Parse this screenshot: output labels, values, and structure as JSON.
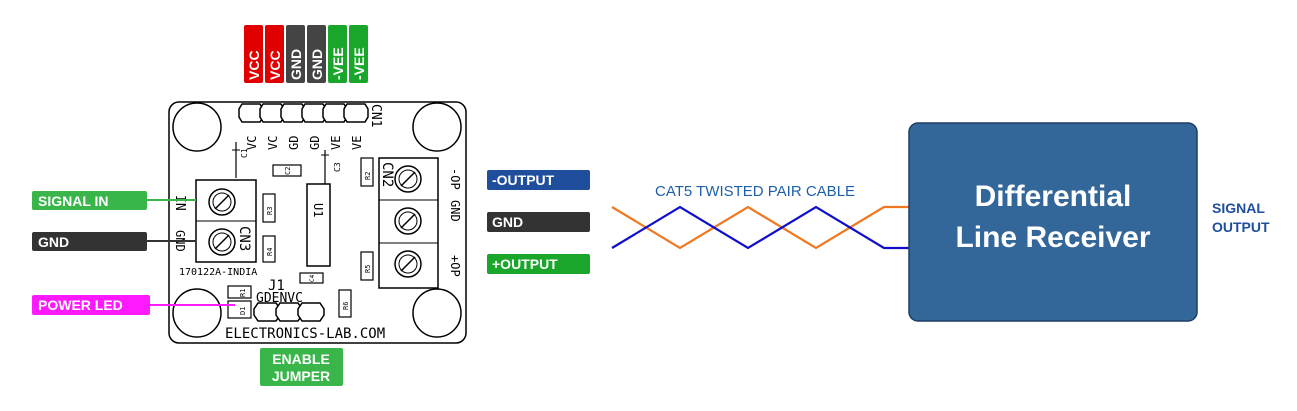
{
  "header_pins": [
    {
      "label": "VCC",
      "color": "#e00000"
    },
    {
      "label": "VCC",
      "color": "#e00000"
    },
    {
      "label": "GND",
      "color": "#444444"
    },
    {
      "label": "GND",
      "color": "#444444"
    },
    {
      "label": "-VEE",
      "color": "#1aa62a"
    },
    {
      "label": "-VEE",
      "color": "#1aa62a"
    }
  ],
  "left_labels": {
    "signal_in": {
      "text": "SIGNAL IN",
      "color": "#39b54a"
    },
    "gnd": {
      "text": "GND",
      "color": "#333333"
    },
    "power_led": {
      "text": "POWER LED",
      "color": "#ff19ff"
    }
  },
  "enable_jumper": {
    "line1": "ENABLE",
    "line2": "JUMPER",
    "color": "#39b54a"
  },
  "right_labels": {
    "neg_output": {
      "text": "-OUTPUT",
      "color": "#1f4e9c"
    },
    "gnd": {
      "text": "GND",
      "color": "#333333"
    },
    "pos_output": {
      "text": "+OUTPUT",
      "color": "#1aa62a"
    }
  },
  "pcb": {
    "header_silk": [
      "VC",
      "VC",
      "GD",
      "GD",
      "VE",
      "VE"
    ],
    "cn1": "CN1",
    "cn2": "CN2",
    "cn3": "CN3",
    "u1": "U1",
    "j1": "J1",
    "jumper_silk": "GDENVC",
    "in_label": "IN",
    "gnd_label": "GND",
    "op_neg": "-OP",
    "op_gnd": "GND",
    "op_pos": "+OP",
    "board_id": "170122A-INDIA",
    "brand": "ELECTRONICS-LAB.COM",
    "parts": [
      "C1",
      "C2",
      "C3",
      "C4",
      "R1",
      "R2",
      "R3",
      "R4",
      "R5",
      "R6",
      "D1"
    ]
  },
  "cable": {
    "label": "CAT5 TWISTED PAIR CABLE",
    "label_color": "#1f5fa8",
    "wire_a_color": "#f07820",
    "wire_b_color": "#1010cc"
  },
  "receiver": {
    "line1": "Differential",
    "line2": "Line Receiver",
    "fill": "#336699"
  },
  "signal_output": {
    "line1": "SIGNAL",
    "line2": "OUTPUT",
    "color": "#1f4e9c"
  }
}
